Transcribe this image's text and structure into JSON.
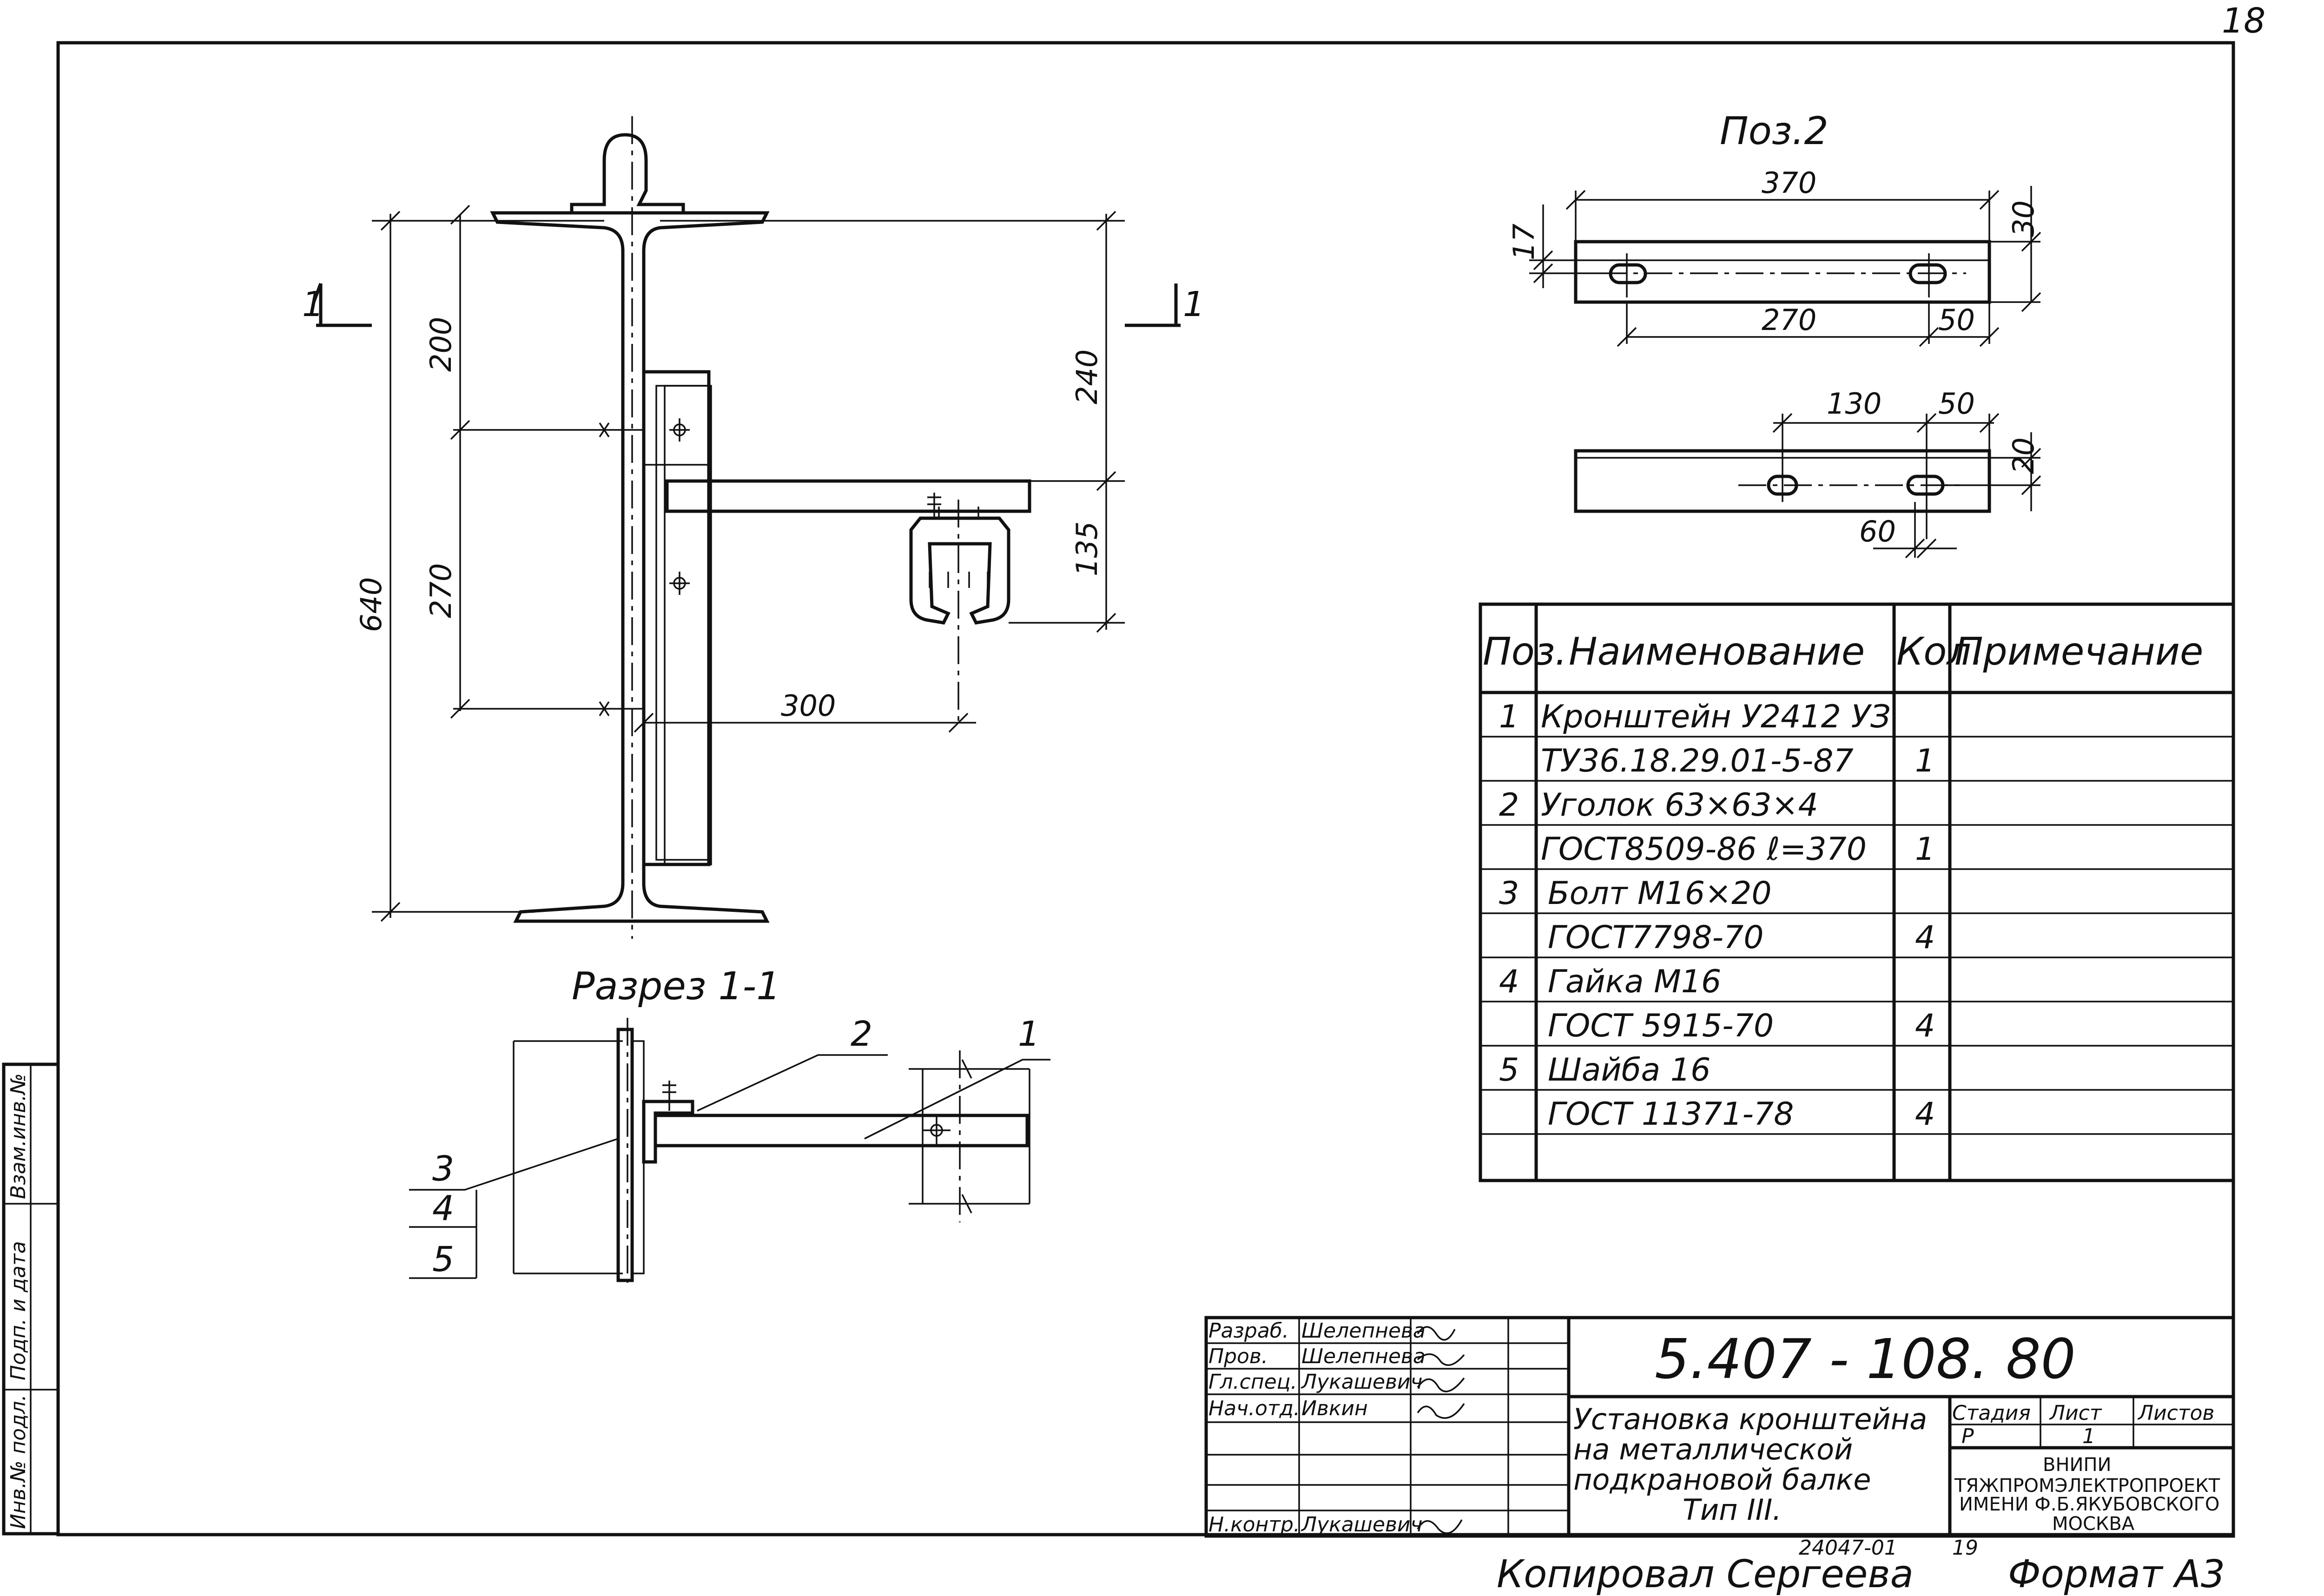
{
  "sheet": {
    "number": "18",
    "format_label": "Формат А3",
    "copy_label": "Копировал Сергеева",
    "archive_number": "24047-01",
    "archive_sheet": "19"
  },
  "main_view": {
    "section_mark": "1",
    "dims": {
      "d640": "640",
      "d200": "200",
      "d270": "270",
      "d240": "240",
      "d135": "135",
      "d300": "300"
    }
  },
  "section_view": {
    "title": "Разрез 1-1",
    "callouts": [
      "1",
      "2",
      "3",
      "4",
      "5"
    ]
  },
  "pos2_view": {
    "title": "Поз.2",
    "top": {
      "d370": "370",
      "d270": "270",
      "d50": "50",
      "d30": "30",
      "d17": "17"
    },
    "bottom": {
      "d130": "130",
      "d50": "50",
      "d20": "20",
      "d60": "60"
    }
  },
  "spec_table": {
    "headers": {
      "pos": "Поз.",
      "name": "Наименование",
      "qty": "Кол.",
      "note": "Примечание"
    },
    "rows": [
      {
        "pos": "1",
        "name": "Кронштейн У2412 УЗ",
        "qty": ""
      },
      {
        "pos": "",
        "name": "ТУ36.18.29.01-5-87",
        "qty": "1"
      },
      {
        "pos": "2",
        "name": "Уголок 63×63×4",
        "qty": ""
      },
      {
        "pos": "",
        "name": "ГОСТ8509-86 ℓ=370",
        "qty": "1"
      },
      {
        "pos": "3",
        "name": "Болт М16×20",
        "qty": ""
      },
      {
        "pos": "",
        "name": "ГОСТ7798-70",
        "qty": "4"
      },
      {
        "pos": "4",
        "name": "Гайка М16",
        "qty": ""
      },
      {
        "pos": "",
        "name": "ГОСТ 5915-70",
        "qty": "4"
      },
      {
        "pos": "5",
        "name": "Шайба 16",
        "qty": ""
      },
      {
        "pos": "",
        "name": "ГОСТ 11371-78",
        "qty": "4"
      }
    ]
  },
  "title_block": {
    "doc_code": "5.407 - 108. 80",
    "title_lines": [
      "Установка кронштейна",
      "на металлической",
      "подкрановой балке",
      "Тип III."
    ],
    "people": [
      {
        "role": "Разраб.",
        "name": "Шелепнева"
      },
      {
        "role": "Пров.",
        "name": "Шелепнева"
      },
      {
        "role": "Гл.спец.",
        "name": "Лукашевич"
      },
      {
        "role": "Нач.отд.",
        "name": "Ивкин"
      },
      {
        "role": "Н.контр.",
        "name": "Лукашевич"
      }
    ],
    "stage_label": "Стадия",
    "stage_value": "Р",
    "sheet_label": "Лист",
    "sheet_value": "1",
    "sheets_label": "Листов",
    "org_lines": [
      "ВНИПИ",
      "ТЯЖПРОМЭЛЕКТРОПРОЕКТ",
      "ИМЕНИ Ф.Б.ЯКУБОВСКОГО",
      "МОСКВА"
    ]
  },
  "side_stamp": [
    "Инв.№ подл.",
    "Подп. и дата",
    "Взам.инв.№"
  ]
}
